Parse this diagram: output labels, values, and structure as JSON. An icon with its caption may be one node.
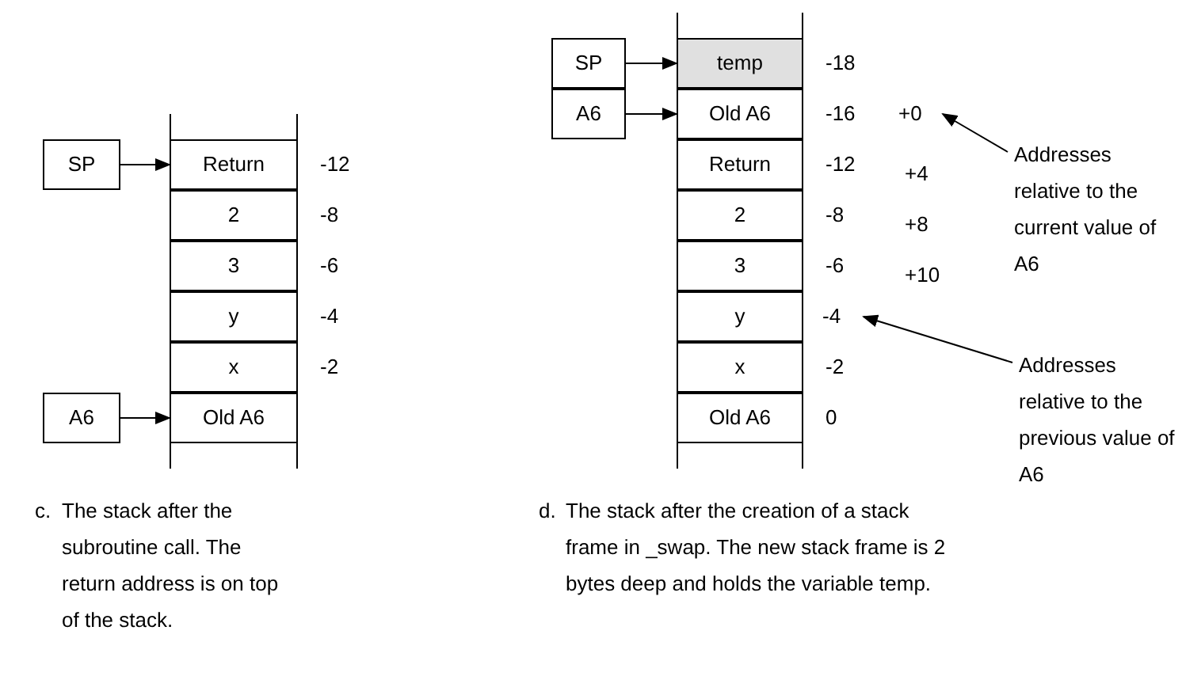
{
  "diagram": {
    "nodes": [
      {
        "text": [
          "SP"
        ]
      },
      {
        "text": [
          "Return"
        ],
        "beside": [
          "-12"
        ]
      },
      {
        "text": [
          "2"
        ],
        "beside": [
          "-8"
        ]
      },
      {
        "text": [
          "3"
        ],
        "beside": [
          "-6"
        ]
      },
      {
        "text": [
          "y"
        ],
        "beside": [
          "-4"
        ]
      },
      {
        "text": [
          "x"
        ],
        "beside": [
          "-2"
        ]
      },
      {
        "text": [
          "Old A6"
        ]
      },
      {
        "text": [
          "A6"
        ]
      },
      {
        "text": [
          "SP"
        ]
      },
      {
        "text": [
          "A6"
        ]
      },
      {
        "text": [
          "temp"
        ],
        "beside": [
          "-18"
        ]
      },
      {
        "text": [
          "Old A6"
        ],
        "beside": [
          "-16"
        ]
      },
      {
        "text": [
          "+0"
        ]
      },
      {
        "text": [
          "Return"
        ],
        "beside": [
          "-12",
          "+4"
        ]
      },
      {
        "text": [
          "2"
        ],
        "beside": [
          "-8",
          "+8"
        ]
      },
      {
        "text": [
          "3"
        ],
        "beside": [
          "-6",
          "+10"
        ]
      },
      {
        "text": [
          "y"
        ]
      },
      {
        "text": [
          "-4"
        ]
      },
      {
        "text": [
          "x"
        ],
        "beside": [
          "-2"
        ]
      },
      {
        "text": [
          "Old A6"
        ],
        "beside": [
          "0"
        ]
      },
      {
        "text": [
          "Addresses relative to the current value of A6"
        ]
      },
      {
        "text": [
          "Addresses relative to the previous value of A6"
        ]
      }
    ],
    "edges": [
      {
        "from": 0,
        "to": 1,
        "arrow": "to"
      },
      {
        "from": 7,
        "to": 6,
        "arrow": "to"
      },
      {
        "from": 8,
        "to": 10,
        "arrow": "to"
      },
      {
        "from": 9,
        "to": 11,
        "arrow": "to"
      },
      {
        "from": 20,
        "to": 12,
        "arrow": "to"
      },
      {
        "from": 21,
        "to": 17,
        "arrow": "to"
      }
    ],
    "labels": [
      "c.",
      "The stack after the subroutine call. The return address is on top of the stack.",
      "d.",
      "The stack after the creation of a stack frame in _swap. The new stack frame is 2 bytes deep and holds the variable temp."
    ]
  }
}
